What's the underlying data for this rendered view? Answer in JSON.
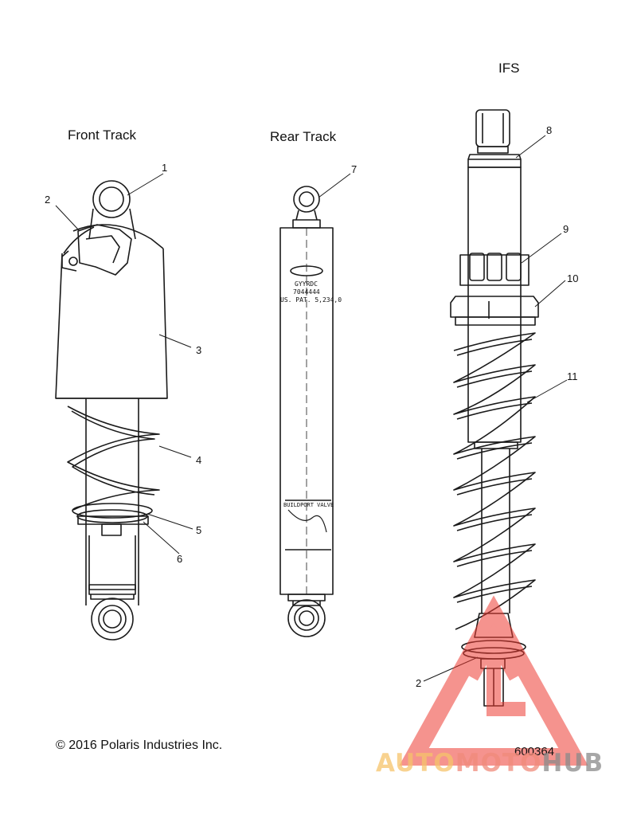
{
  "titles": {
    "front": "Front Track",
    "rear": "Rear Track",
    "ifs": "IFS"
  },
  "callouts": {
    "c1": "1",
    "c2": "2",
    "c3": "3",
    "c4": "4",
    "c5": "5",
    "c6": "6",
    "c7": "7",
    "c8": "8",
    "c9": "9",
    "c10": "10",
    "c11": "11",
    "c2b": "2"
  },
  "body_text": {
    "line1": "GYYRDC",
    "line2": "7044444",
    "line3": "US. PAT. 5,234,0",
    "valve": "BUILDPORT VALVE"
  },
  "footer": {
    "copyright": "© 2016 Polaris Industries Inc.",
    "part_number": "600364"
  },
  "watermark": {
    "part1": "AUTO",
    "part2": "MOTO",
    "part3": "HUB"
  },
  "colors": {
    "line": "#1a1a1a",
    "watermark_red": "#ee3b32",
    "watermark_yellow": "#f6c36a",
    "watermark_gray": "#8a8a8a"
  }
}
